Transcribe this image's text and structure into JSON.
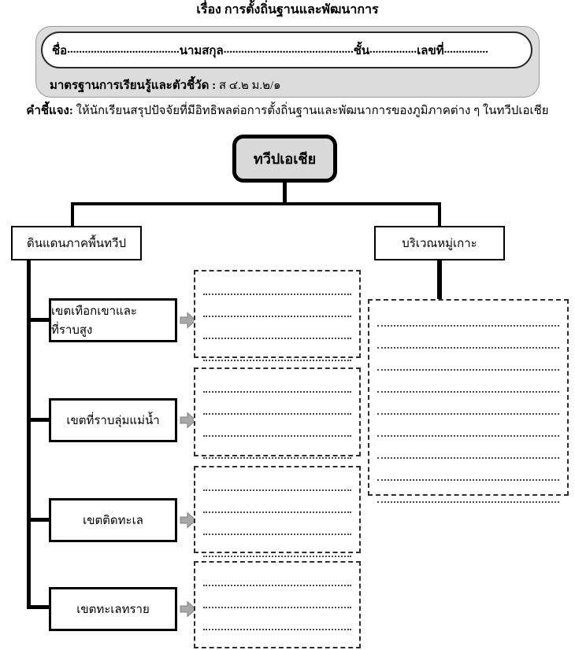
{
  "page": {
    "title": "เรื่อง การตั้งถิ่นฐานและพัฒนาการ"
  },
  "header": {
    "name_line": {
      "name_label": "ชื่อ",
      "name_dots": "......................................",
      "surname_label": "นามสกุล",
      "surname_dots": "............................................",
      "class_label": "ชั้น",
      "class_dots": "................",
      "number_label": "เลขที่",
      "number_dots": "..............."
    },
    "standard": {
      "label": "มาตรฐานการเรียนรู้และตัวชี้วัด",
      "separator": " : ",
      "value": "ส ๔.๒ ม.๒/๑"
    }
  },
  "instructions": {
    "label": "คำชี้แจง:",
    "text": " ให้นักเรียนสรุปปัจจัยที่มีอิทธิพลต่อการตั้งถิ่นฐานและพัฒนาการของภูมิภาคต่าง ๆ ในทวีปเอเชีย"
  },
  "diagram": {
    "root_label": "ทวีปเอเชีย",
    "branches": [
      {
        "label": "ดินแดนภาคพื้นทวีป"
      },
      {
        "label": "บริเวณหมู่เกาะ"
      }
    ],
    "zones": [
      {
        "label": "เขตเทือกเขาและที่ราบสูง"
      },
      {
        "label": "เขตที่ราบลุ่มแม่น้ำ"
      },
      {
        "label": "เขตติดทะเล"
      },
      {
        "label": "เขตทะเลทราย"
      }
    ],
    "small_answer_box_line_count": 4,
    "large_answer_box_line_count": 9
  },
  "colors": {
    "root_box_fill": "#d9d9d9",
    "header_fill": "#dcdcdc",
    "arrow_fill": "#a8a8a8",
    "line_color": "#000000"
  }
}
